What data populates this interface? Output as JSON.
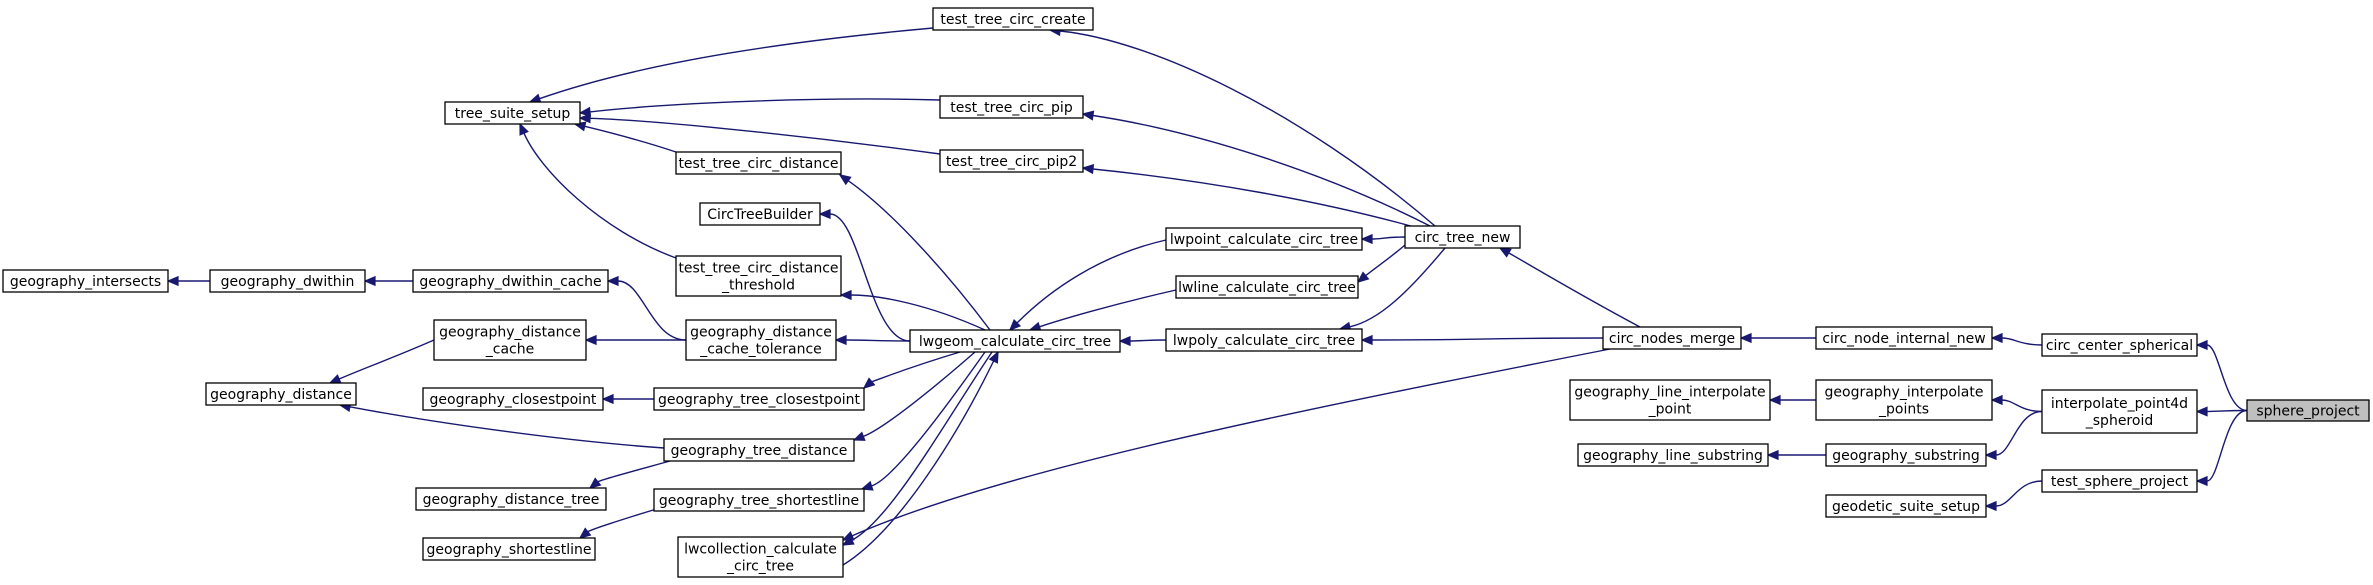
{
  "graph": {
    "colors": {
      "edge": "#191970",
      "node_fill": "#ffffff",
      "highlight_fill": "#bfbfbf",
      "border": "#000000"
    },
    "nodes": [
      {
        "id": "sphere_project",
        "lines": [
          "sphere_project"
        ],
        "highlight": true
      },
      {
        "id": "circ_center_spherical",
        "lines": [
          "circ_center_spherical"
        ]
      },
      {
        "id": "interpolate_point4d_spheroid",
        "lines": [
          "interpolate_point4d",
          "_spheroid"
        ]
      },
      {
        "id": "test_sphere_project",
        "lines": [
          "test_sphere_project"
        ]
      },
      {
        "id": "circ_node_internal_new",
        "lines": [
          "circ_node_internal_new"
        ]
      },
      {
        "id": "geography_interpolate_points",
        "lines": [
          "geography_interpolate",
          "_points"
        ]
      },
      {
        "id": "geography_substring",
        "lines": [
          "geography_substring"
        ]
      },
      {
        "id": "geodetic_suite_setup",
        "lines": [
          "geodetic_suite_setup"
        ]
      },
      {
        "id": "circ_nodes_merge",
        "lines": [
          "circ_nodes_merge"
        ]
      },
      {
        "id": "geography_line_interpolate_point",
        "lines": [
          "geography_line_interpolate",
          "_point"
        ]
      },
      {
        "id": "geography_line_substring",
        "lines": [
          "geography_line_substring"
        ]
      },
      {
        "id": "circ_tree_new",
        "lines": [
          "circ_tree_new"
        ]
      },
      {
        "id": "lwpoly_calculate_circ_tree",
        "lines": [
          "lwpoly_calculate_circ_tree"
        ]
      },
      {
        "id": "lwcollection_calculate_circ_tree",
        "lines": [
          "lwcollection_calculate",
          "_circ_tree"
        ]
      },
      {
        "id": "test_tree_circ_create",
        "lines": [
          "test_tree_circ_create"
        ]
      },
      {
        "id": "test_tree_circ_pip",
        "lines": [
          "test_tree_circ_pip"
        ]
      },
      {
        "id": "test_tree_circ_pip2",
        "lines": [
          "test_tree_circ_pip2"
        ]
      },
      {
        "id": "lwpoint_calculate_circ_tree",
        "lines": [
          "lwpoint_calculate_circ_tree"
        ]
      },
      {
        "id": "lwline_calculate_circ_tree",
        "lines": [
          "lwline_calculate_circ_tree"
        ]
      },
      {
        "id": "lwgeom_calculate_circ_tree",
        "lines": [
          "lwgeom_calculate_circ_tree"
        ]
      },
      {
        "id": "tree_suite_setup",
        "lines": [
          "tree_suite_setup"
        ]
      },
      {
        "id": "test_tree_circ_distance",
        "lines": [
          "test_tree_circ_distance"
        ]
      },
      {
        "id": "CircTreeBuilder",
        "lines": [
          "CircTreeBuilder"
        ]
      },
      {
        "id": "test_tree_circ_distance_threshold",
        "lines": [
          "test_tree_circ_distance",
          "_threshold"
        ]
      },
      {
        "id": "geography_distance_cache_tolerance",
        "lines": [
          "geography_distance",
          "_cache_tolerance"
        ]
      },
      {
        "id": "geography_tree_closestpoint",
        "lines": [
          "geography_tree_closestpoint"
        ]
      },
      {
        "id": "geography_tree_distance",
        "lines": [
          "geography_tree_distance"
        ]
      },
      {
        "id": "geography_tree_shortestline",
        "lines": [
          "geography_tree_shortestline"
        ]
      },
      {
        "id": "geography_dwithin_cache",
        "lines": [
          "geography_dwithin_cache"
        ]
      },
      {
        "id": "geography_distance_cache",
        "lines": [
          "geography_distance",
          "_cache"
        ]
      },
      {
        "id": "geography_closestpoint",
        "lines": [
          "geography_closestpoint"
        ]
      },
      {
        "id": "geography_distance_tree",
        "lines": [
          "geography_distance_tree"
        ]
      },
      {
        "id": "geography_shortestline",
        "lines": [
          "geography_shortestline"
        ]
      },
      {
        "id": "geography_dwithin",
        "lines": [
          "geography_dwithin"
        ]
      },
      {
        "id": "geography_distance",
        "lines": [
          "geography_distance"
        ]
      },
      {
        "id": "geography_intersects",
        "lines": [
          "geography_intersects"
        ]
      }
    ],
    "edges": [
      {
        "from": "sphere_project",
        "to": "circ_center_spherical"
      },
      {
        "from": "sphere_project",
        "to": "interpolate_point4d_spheroid"
      },
      {
        "from": "sphere_project",
        "to": "test_sphere_project"
      },
      {
        "from": "circ_center_spherical",
        "to": "circ_node_internal_new"
      },
      {
        "from": "interpolate_point4d_spheroid",
        "to": "geography_interpolate_points"
      },
      {
        "from": "interpolate_point4d_spheroid",
        "to": "geography_substring"
      },
      {
        "from": "test_sphere_project",
        "to": "geodetic_suite_setup"
      },
      {
        "from": "circ_node_internal_new",
        "to": "circ_nodes_merge"
      },
      {
        "from": "geography_interpolate_points",
        "to": "geography_line_interpolate_point"
      },
      {
        "from": "geography_substring",
        "to": "geography_line_substring"
      },
      {
        "from": "circ_nodes_merge",
        "to": "circ_tree_new"
      },
      {
        "from": "circ_nodes_merge",
        "to": "lwpoly_calculate_circ_tree"
      },
      {
        "from": "circ_nodes_merge",
        "to": "lwcollection_calculate_circ_tree"
      },
      {
        "from": "circ_tree_new",
        "to": "test_tree_circ_create"
      },
      {
        "from": "circ_tree_new",
        "to": "test_tree_circ_pip"
      },
      {
        "from": "circ_tree_new",
        "to": "test_tree_circ_pip2"
      },
      {
        "from": "circ_tree_new",
        "to": "lwpoint_calculate_circ_tree"
      },
      {
        "from": "circ_tree_new",
        "to": "lwline_calculate_circ_tree"
      },
      {
        "from": "circ_tree_new",
        "to": "lwpoly_calculate_circ_tree"
      },
      {
        "from": "lwpoint_calculate_circ_tree",
        "to": "lwgeom_calculate_circ_tree"
      },
      {
        "from": "lwline_calculate_circ_tree",
        "to": "lwgeom_calculate_circ_tree"
      },
      {
        "from": "lwpoly_calculate_circ_tree",
        "to": "lwgeom_calculate_circ_tree"
      },
      {
        "from": "lwcollection_calculate_circ_tree",
        "to": "lwgeom_calculate_circ_tree"
      },
      {
        "from": "lwgeom_calculate_circ_tree",
        "to": "lwcollection_calculate_circ_tree"
      },
      {
        "from": "lwgeom_calculate_circ_tree",
        "to": "test_tree_circ_distance"
      },
      {
        "from": "lwgeom_calculate_circ_tree",
        "to": "CircTreeBuilder"
      },
      {
        "from": "lwgeom_calculate_circ_tree",
        "to": "test_tree_circ_distance_threshold"
      },
      {
        "from": "lwgeom_calculate_circ_tree",
        "to": "geography_distance_cache_tolerance"
      },
      {
        "from": "lwgeom_calculate_circ_tree",
        "to": "geography_tree_closestpoint"
      },
      {
        "from": "lwgeom_calculate_circ_tree",
        "to": "geography_tree_distance"
      },
      {
        "from": "lwgeom_calculate_circ_tree",
        "to": "geography_tree_shortestline"
      },
      {
        "from": "test_tree_circ_create",
        "to": "tree_suite_setup"
      },
      {
        "from": "test_tree_circ_pip",
        "to": "tree_suite_setup"
      },
      {
        "from": "test_tree_circ_pip2",
        "to": "tree_suite_setup"
      },
      {
        "from": "test_tree_circ_distance",
        "to": "tree_suite_setup"
      },
      {
        "from": "test_tree_circ_distance_threshold",
        "to": "tree_suite_setup"
      },
      {
        "from": "geography_distance_cache_tolerance",
        "to": "geography_dwithin_cache"
      },
      {
        "from": "geography_distance_cache_tolerance",
        "to": "geography_distance_cache"
      },
      {
        "from": "geography_tree_closestpoint",
        "to": "geography_closestpoint"
      },
      {
        "from": "geography_tree_distance",
        "to": "geography_distance"
      },
      {
        "from": "geography_tree_distance",
        "to": "geography_distance_tree"
      },
      {
        "from": "geography_tree_shortestline",
        "to": "geography_shortestline"
      },
      {
        "from": "geography_dwithin_cache",
        "to": "geography_dwithin"
      },
      {
        "from": "geography_distance_cache",
        "to": "geography_distance"
      },
      {
        "from": "geography_dwithin",
        "to": "geography_intersects"
      }
    ]
  }
}
